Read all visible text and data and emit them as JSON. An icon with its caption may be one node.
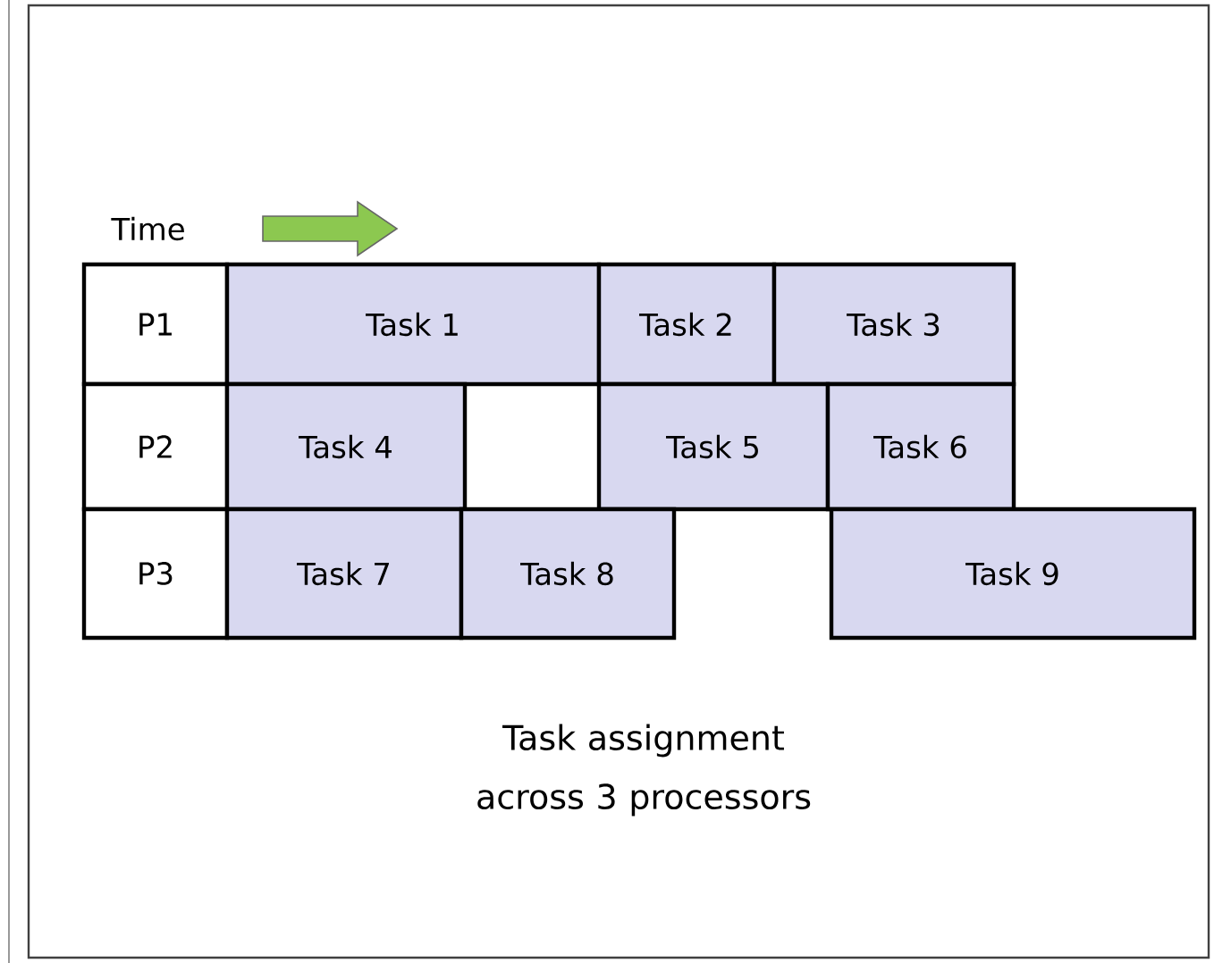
{
  "diagram": {
    "caption": "Task assignment across 3 processors",
    "nodes": [
      {
        "text": [
          "P1"
        ]
      },
      {
        "text": [
          "Task 1"
        ]
      },
      {
        "text": [
          "Task 2"
        ]
      },
      {
        "text": [
          "Task 3"
        ]
      },
      {
        "text": [
          "P2"
        ]
      },
      {
        "text": [
          "Task 4"
        ]
      },
      {
        "text": [
          "Task 5"
        ]
      },
      {
        "text": [
          "Task 6"
        ]
      },
      {
        "text": [
          "P3"
        ]
      },
      {
        "text": [
          "Task 7"
        ]
      },
      {
        "text": [
          "Task 8"
        ]
      },
      {
        "text": [
          "Task 9"
        ]
      }
    ],
    "edges": [],
    "labels": [
      "Time"
    ]
  }
}
